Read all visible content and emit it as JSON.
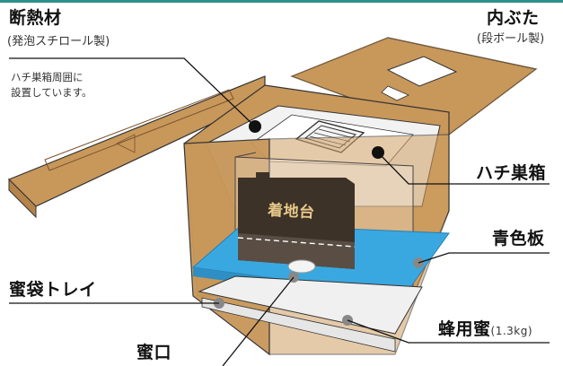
{
  "labels": {
    "insulation_title": "断熱材",
    "insulation_sub": "(発泡スチロール製)",
    "insulation_note_1": "ハチ巣箱周囲に",
    "insulation_note_2": "設置しています。",
    "inner_lid_title": "内ぶた",
    "inner_lid_sub": "(段ボール製)",
    "hive": "ハチ巣箱",
    "landing_board": "着地台",
    "blue_plate": "青色板",
    "honey_bag_tray": "蜜袋トレイ",
    "honey_bee_honey": "蜂用蜜",
    "honey_amount": "(1.3kg)",
    "honey_outlet": "蜜口"
  },
  "colors": {
    "cardboard": "#c8975a",
    "cardboard_dark": "#b5844a",
    "cardboard_edge": "#a87a45",
    "blue_plate": "#3aa8e0",
    "foam": "#f2f2f2",
    "accent_rule": "#2f8f8a",
    "marker_dot": "#111111",
    "callout_dot": "#888888"
  }
}
